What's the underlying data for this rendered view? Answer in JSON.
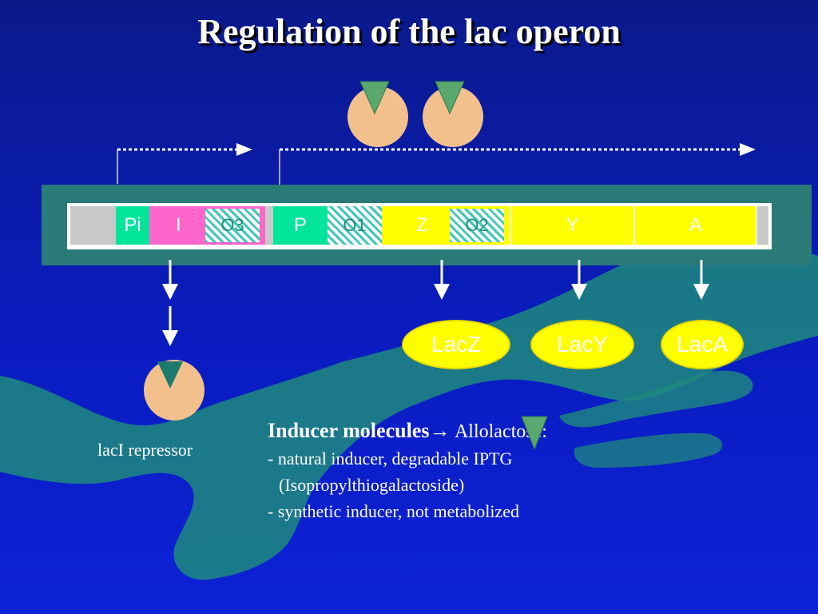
{
  "slide": {
    "title": "Regulation of the lac operon",
    "colors": {
      "background": "#0a1cc0",
      "band": "#2a7a78",
      "promoter": "#00e59a",
      "lacI": "#ff66cc",
      "genes": "#ffff00",
      "repressor": "#f2c08c",
      "inducer": "#5aa86e"
    }
  },
  "operon": {
    "segments": [
      {
        "label": "Pi"
      },
      {
        "label": "I"
      },
      {
        "label": "O3"
      },
      {
        "label": "P"
      },
      {
        "label": "O1"
      },
      {
        "label": "Z"
      },
      {
        "label": "O2"
      },
      {
        "label": "Y"
      },
      {
        "label": "A"
      }
    ]
  },
  "proteins": [
    "LacZ",
    "LacY",
    "LacA"
  ],
  "repressor": {
    "caption": "lacI repressor"
  },
  "inducer": {
    "heading": "Inducer molecules",
    "arrow": "→",
    "allolactose": "Allolactose:",
    "line1": "- natural inducer, degradable IPTG",
    "line2": "(Isopropylthiogalactoside)",
    "line3": "- synthetic inducer, not metabolized"
  }
}
